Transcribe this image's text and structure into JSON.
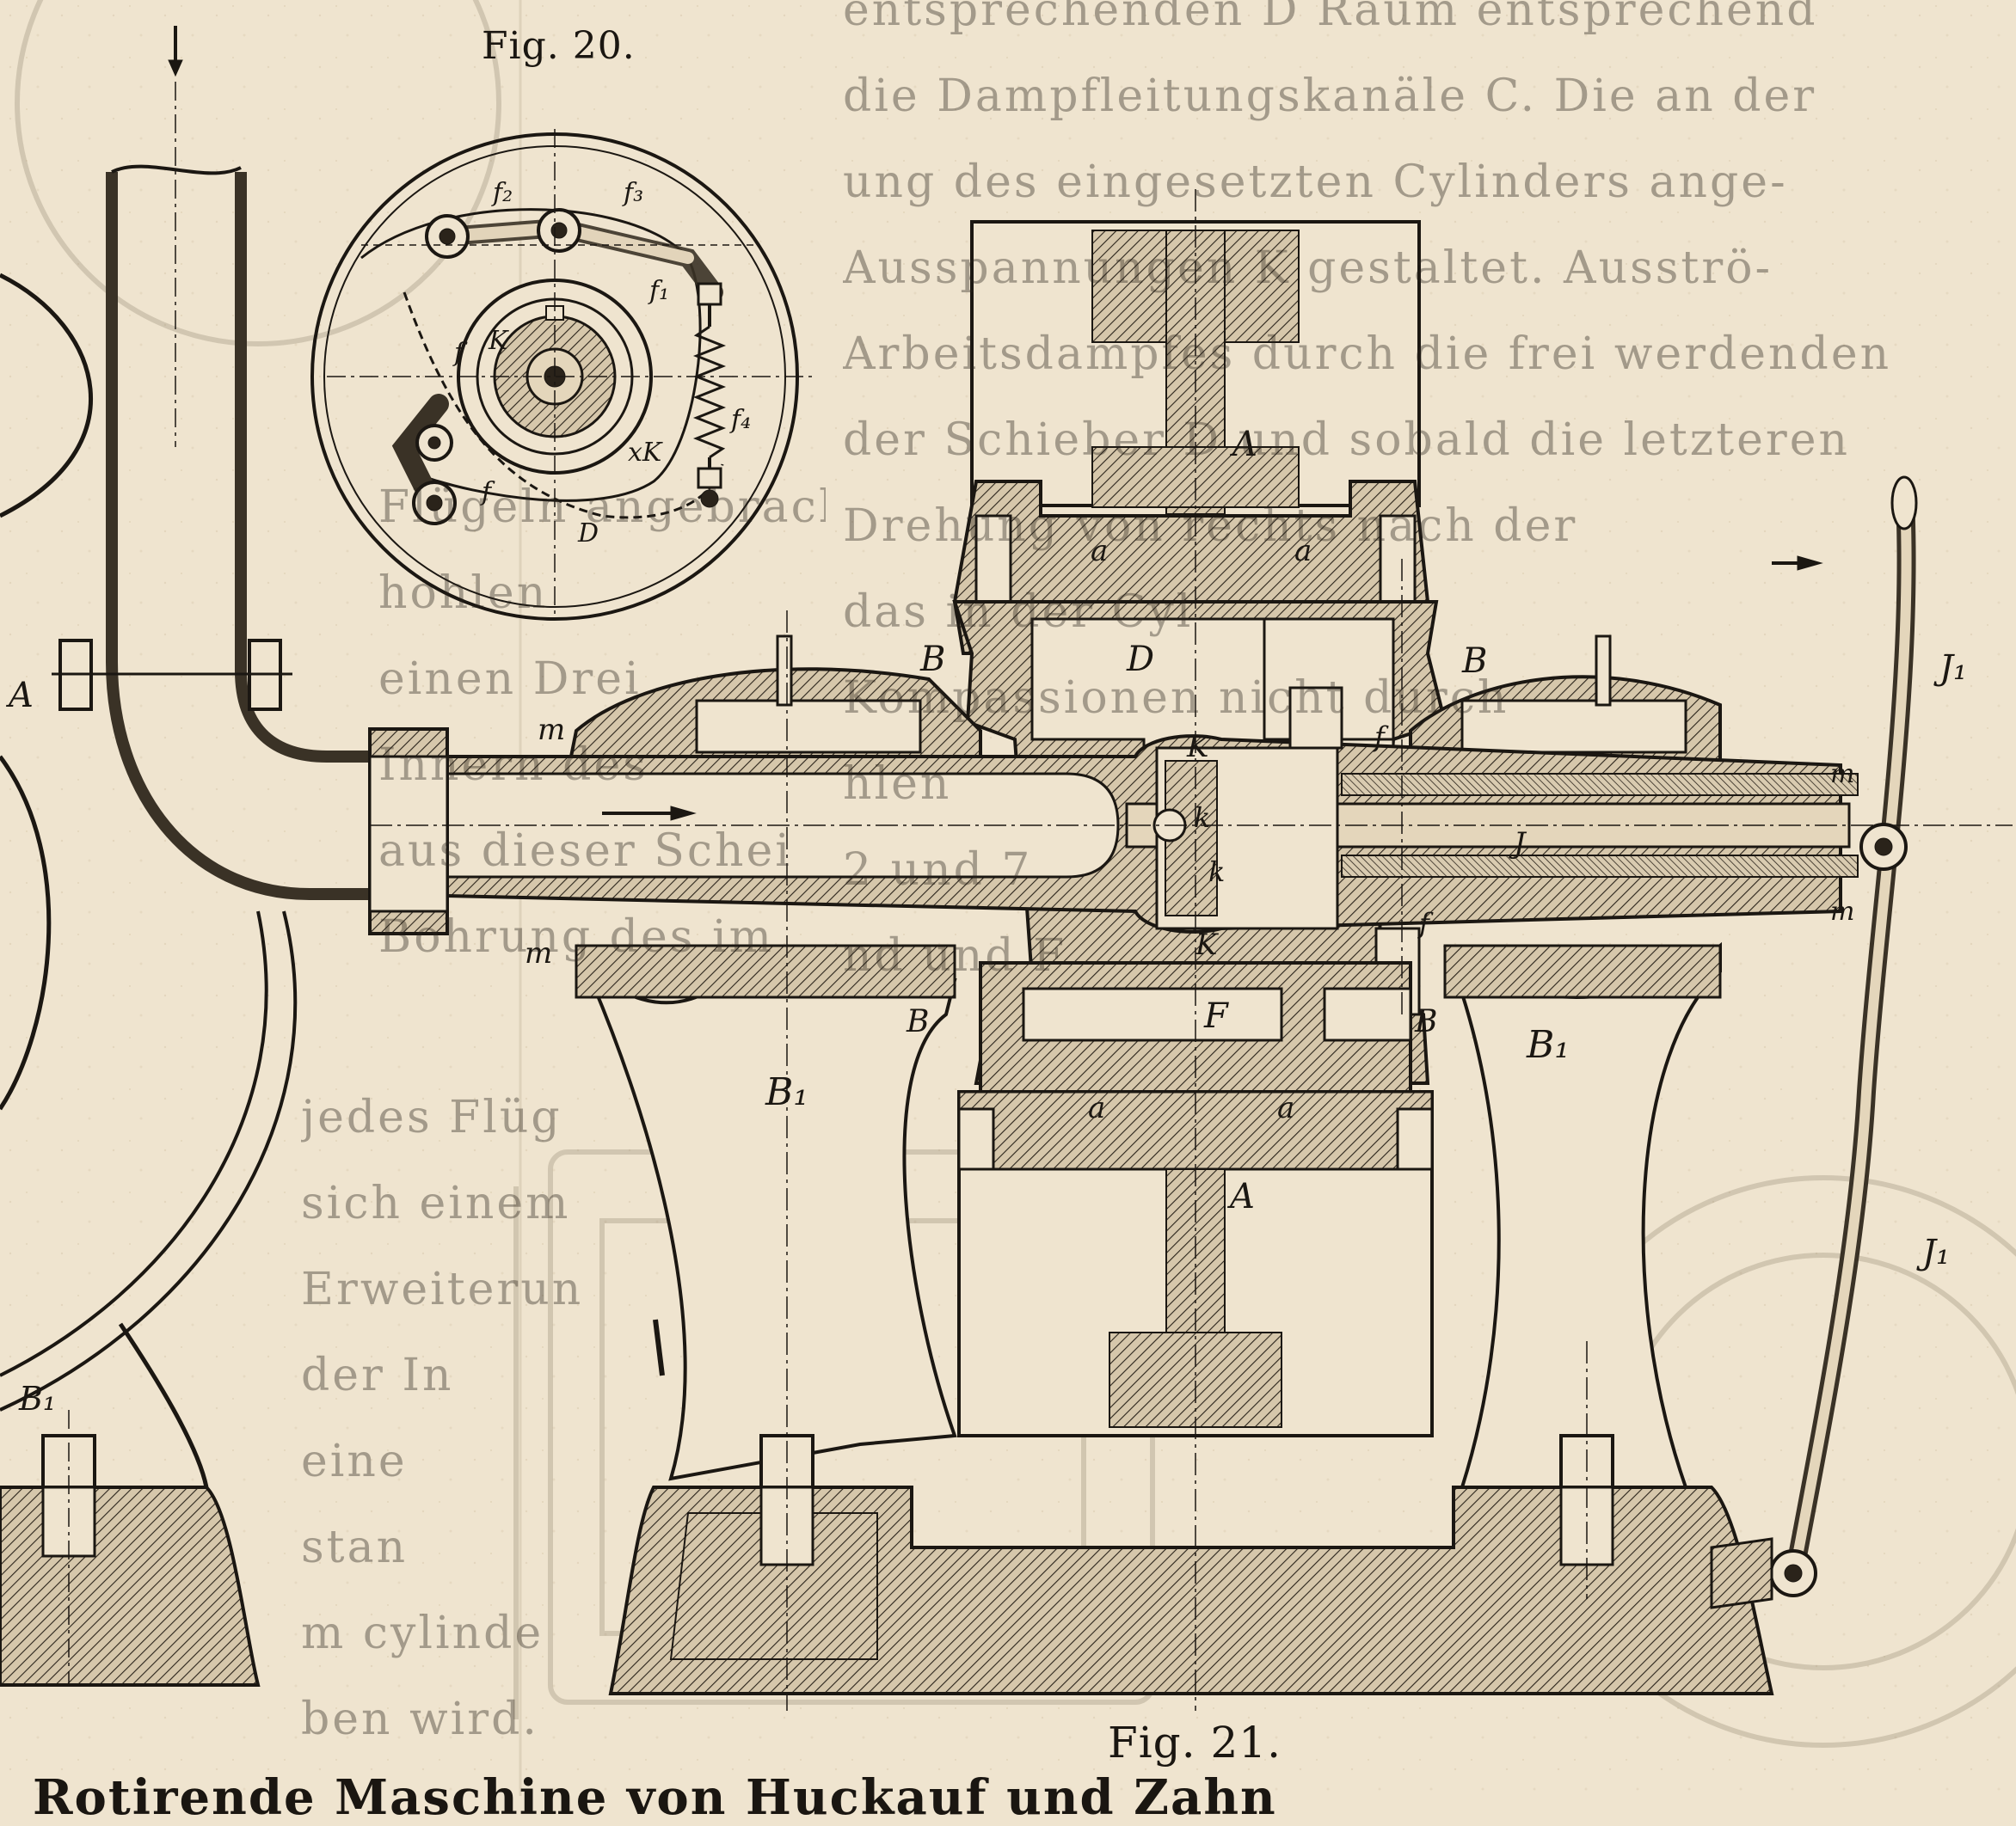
{
  "figure_captions": {
    "fig20": "Fig. 20.",
    "fig21": "Fig. 21."
  },
  "page_footer": "Rotirende Maschine von Huckauf und Zahn",
  "body_text": {
    "right_column_lines": [
      "entsprechenden D Raum entsprechend",
      "die Dampfleitungskanäle C. Die an der",
      "ung des eingesetzten Cylinders ange-",
      "Ausspannungen K gestaltet. Ausströ-",
      "Arbeitsdampfes durch die frei werdenden",
      "der Schieber D und sobald die letzteren",
      "Drehung von rechts nach der",
      "das in der Cyl",
      "Kompassionen nicht durch",
      "hlen",
      "2 und 7",
      "nd und F"
    ],
    "left_column_lines": [
      "Flügeln angebrachten",
      "hohlen",
      "einen Drei",
      "Innern des",
      "aus dieser Schei",
      "Bohrung des im"
    ],
    "left_column_lower_lines": [
      "jedes Flüg",
      "sich einem",
      "Erweiterun",
      "der In",
      "eine",
      "stan",
      "m cylinde",
      "ben wird."
    ]
  },
  "figure_labels": {
    "fig20": [
      "f2",
      "f3",
      "f1",
      "f",
      "K",
      "f4",
      "xK",
      "f",
      "D"
    ],
    "fig21": [
      "A",
      "a",
      "a",
      "D",
      "B",
      "B",
      "m",
      "m",
      "m",
      "m",
      "K",
      "k",
      "f",
      "f",
      "k",
      "K",
      "J",
      "J1",
      "J1",
      "F",
      "B",
      "B",
      "B1",
      "B1",
      "a",
      "a",
      "A",
      "A",
      "B1"
    ]
  },
  "colors": {
    "paper": "#efe4cf",
    "ink": "#1b1712",
    "ghost_text": "#b9ad98"
  }
}
